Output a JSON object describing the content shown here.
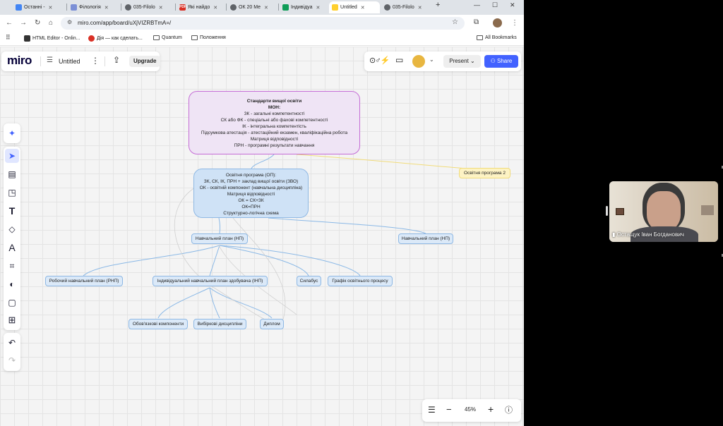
{
  "tabs": [
    {
      "label": "Останні -",
      "fav_color": "#4285f4"
    },
    {
      "label": "Філологія",
      "fav_color": "#7b8fd6"
    },
    {
      "label": "035-Filolo",
      "fav_color": "#5f6368"
    },
    {
      "label": "Які найдо",
      "fav_color": "#d93025",
      "fav_text": "PDF"
    },
    {
      "label": "ОК 20 Ме",
      "fav_color": "#5f6368"
    },
    {
      "label": "Індивідуа",
      "fav_color": "#0f9d58"
    },
    {
      "label": "Untitled",
      "fav_color": "#ffd02f",
      "active": true
    },
    {
      "label": "035-Filolo",
      "fav_color": "#5f6368"
    }
  ],
  "address": {
    "url": "miro.com/app/board/uXjVIZRBTmA=/"
  },
  "bookmarks": {
    "items": [
      "HTML Editor - Onlin...",
      "Дія — как сделать...",
      "Quantum",
      "Положення"
    ],
    "all_bookmarks": "All Bookmarks"
  },
  "miro": {
    "logo": "miro",
    "board_title": "Untitled",
    "upgrade": "Upgrade",
    "present": "Present",
    "share": "Share",
    "zoom": "45%",
    "accent": "#4262ff",
    "brand_yellow": "#ffd02f"
  },
  "mindmap": {
    "root": {
      "title": "Стандарти вищої освіти",
      "subtitle": "МОН:",
      "lines": [
        "ЗК - загальні компетентності",
        "СК або ФК - спеціальні або фахові компетентності",
        "ІК - інтегральна компетентість",
        "Підсумкова атестація - атестаційний екзамен, кваліфікаційна робота",
        "Матриця відповідності",
        "ПРН - програмні результати навчання"
      ]
    },
    "op": {
      "lines": [
        "Освітня програма (ОП):",
        "ЗК, СК, ІК, ПРН + заклад вищої освіти (ЗВО)",
        "ОК - освітній компонент (навчальна дисципліна)",
        "Матриця відповідності",
        "ОК = СК+ЗК",
        "ОК=ПРН",
        "Структурно-логічна схема"
      ]
    },
    "op2": "Освітня програма 2",
    "np": "Навчальний план (НП)",
    "np2": "Навчальний план (НП)",
    "rnp": "Робочий навчальний план (РНП)",
    "inp": "Індивідуальний навчальний план здобувача (ІНП)",
    "syllabus": "Силабус",
    "schedule": "Графік освітнього процесу",
    "mandatory": "Обов'язкові компоненти",
    "elective": "Вибіркові дисципліни",
    "diploma": "Диплом"
  },
  "video": {
    "name": "Остащук Іван Богданович"
  }
}
